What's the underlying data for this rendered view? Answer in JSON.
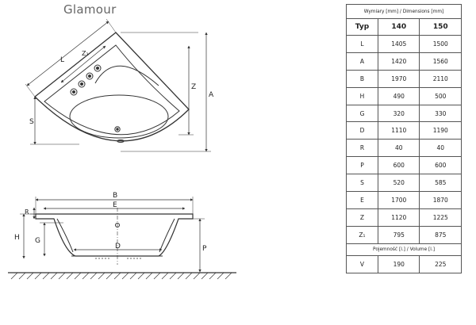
{
  "title": "Glamour",
  "labels": {
    "top": {
      "L": "L",
      "Z1": "Z₁",
      "Z": "Z",
      "A": "A",
      "S": "S"
    },
    "side": {
      "B": "B",
      "E": "E",
      "R": "R",
      "H": "H",
      "G": "G",
      "D": "D",
      "P": "P"
    }
  },
  "table": {
    "header": "Wymiary [mm] / Dimensions [mm]",
    "columns": [
      "Typ",
      "140",
      "150"
    ],
    "rows": [
      [
        "L",
        "1405",
        "1500"
      ],
      [
        "A",
        "1420",
        "1560"
      ],
      [
        "B",
        "1970",
        "2110"
      ],
      [
        "H",
        "490",
        "500"
      ],
      [
        "G",
        "320",
        "330"
      ],
      [
        "D",
        "1110",
        "1190"
      ],
      [
        "R",
        "40",
        "40"
      ],
      [
        "P",
        "600",
        "600"
      ],
      [
        "S",
        "520",
        "585"
      ],
      [
        "E",
        "1700",
        "1870"
      ],
      [
        "Z",
        "1120",
        "1225"
      ],
      [
        "Z₁",
        "795",
        "875"
      ]
    ],
    "volume_header": "Pojemność [l.] / Volume [l.]",
    "volume_row": [
      "V",
      "190",
      "225"
    ]
  }
}
